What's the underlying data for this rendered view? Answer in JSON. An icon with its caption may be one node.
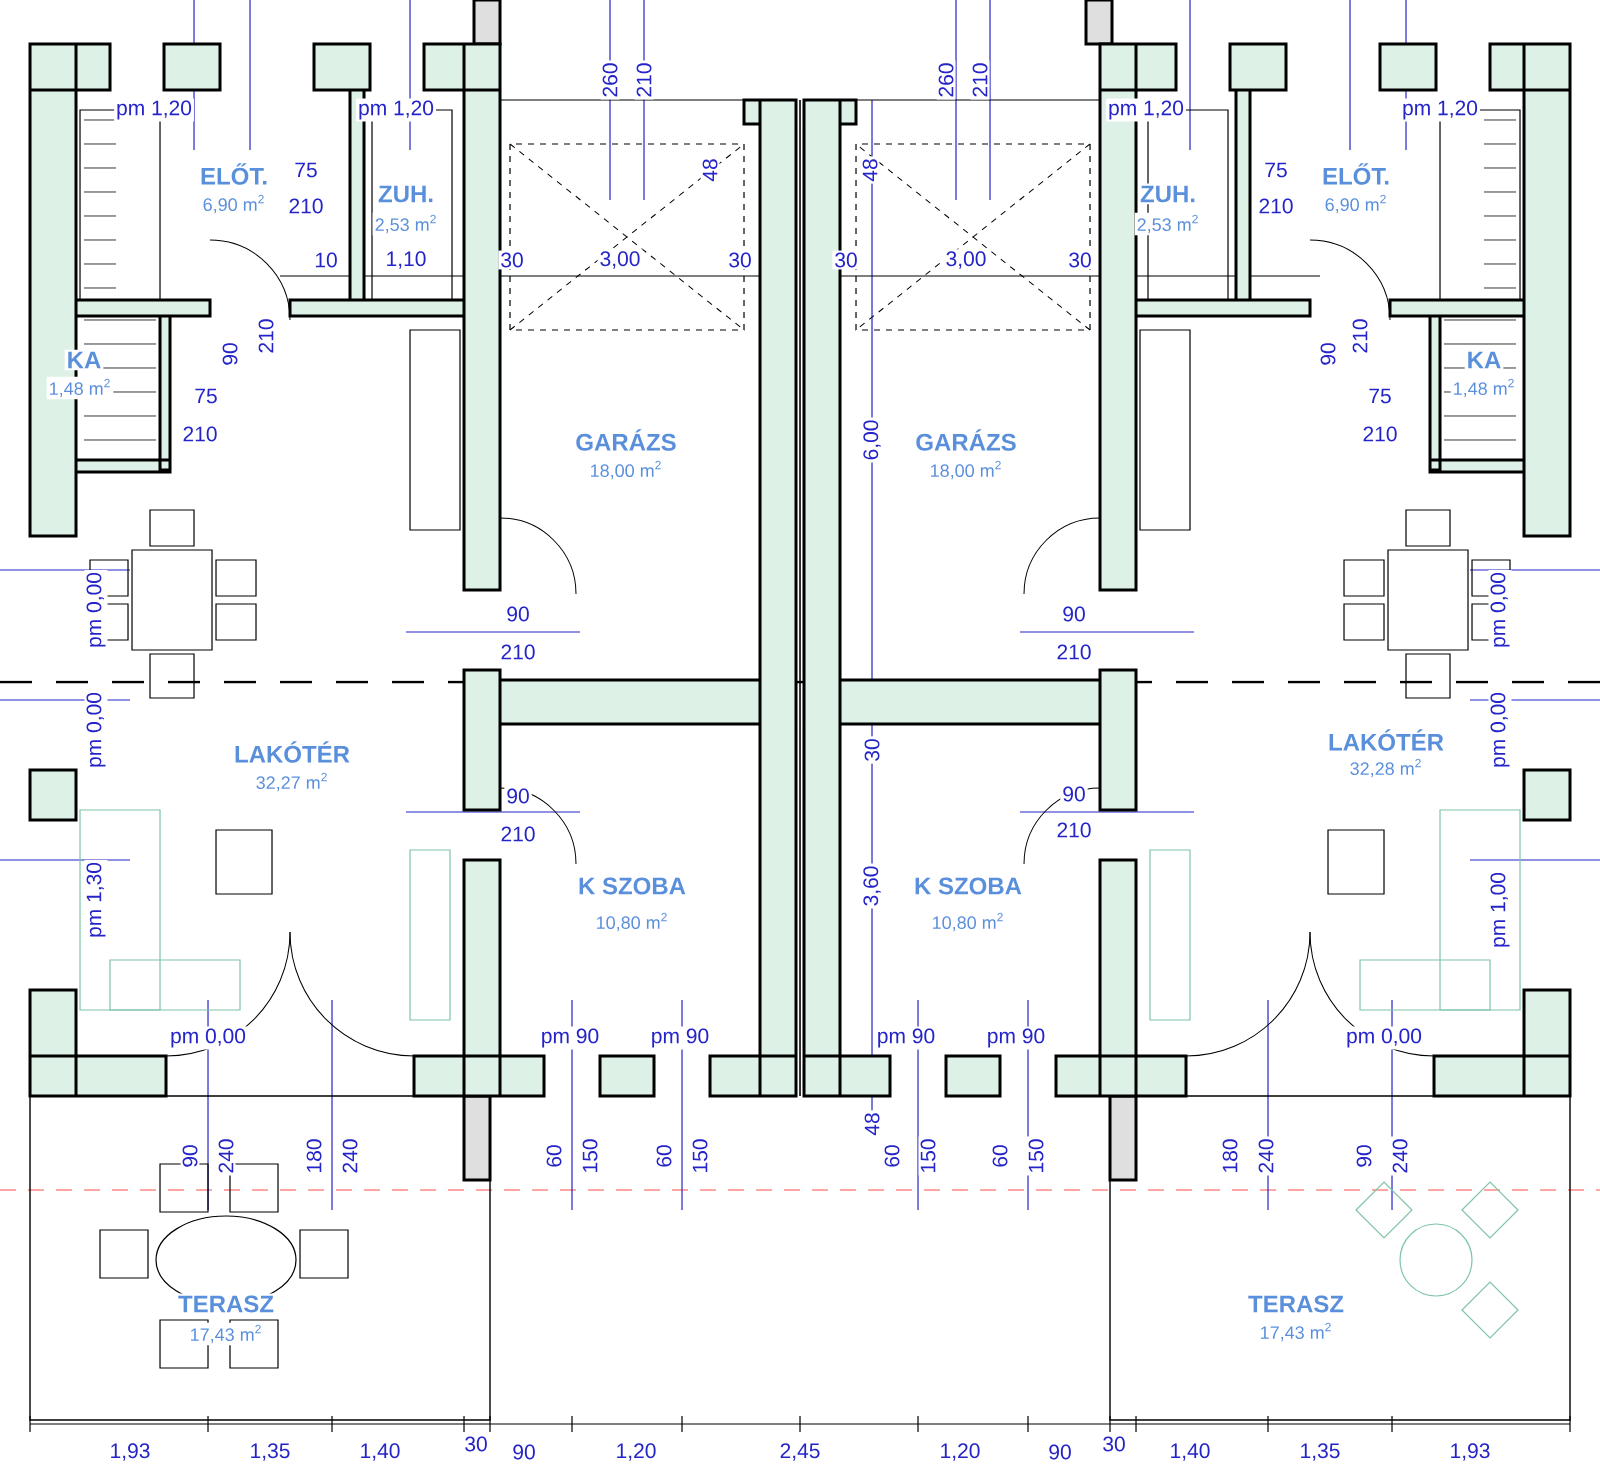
{
  "diagram": {
    "labels": [
      "pm 1,20",
      "260",
      "210",
      "pm 1,20",
      "260",
      "210",
      "pm 1,20",
      "pm 1,20",
      "ELŐT.",
      "6,90 m$^{2}$",
      "75",
      "210",
      "ZUH.",
      "2,53 m$^{2}$",
      "48",
      "48",
      "ZUH.",
      "2,53 m$^{2}$",
      "75",
      "210",
      "ELŐT.",
      "6,90 m$^{2}$",
      "10",
      "1,10",
      "30",
      "3,00",
      "30",
      "30",
      "3,00",
      "30",
      "90",
      "210",
      "KA",
      "1,48 m$^{2}$",
      "75",
      "210",
      "90",
      "210",
      "KA",
      "75",
      "1,48 m$^{2}$",
      "210",
      "GARÁZS",
      "18,00 m$^{2}$",
      "6,00",
      "GARÁZS",
      "18,00 m$^{2}$",
      "pm 0,00",
      "90",
      "210",
      "90",
      "210",
      "pm 0,00",
      "pm 0,00",
      "LAKÓTÉR",
      "32,27 m$^{2}$",
      "30",
      "LAKÓTÉR",
      "32,28 m$^{2}$",
      "pm 0,00",
      "90",
      "210",
      "90",
      "210",
      "pm 1,30",
      "K SZOBA",
      "10,80 m$^{2}$",
      "3,60",
      "K SZOBA",
      "10,80 m$^{2}$",
      "pm 1,00",
      "pm 0,00",
      "pm 90",
      "pm 90",
      "pm 90",
      "pm 90",
      "pm 0,00",
      "48",
      "90",
      "240",
      "180",
      "240",
      "60",
      "150",
      "60",
      "150",
      "60",
      "150",
      "60",
      "150",
      "180",
      "240",
      "90",
      "240",
      "TERASZ",
      "17,43 m$^{2}$",
      "TERASZ",
      "17,43 m$^{2}$",
      "30",
      "30",
      "1,93",
      "1,35",
      "1,40",
      "90",
      "1,20",
      "2,45",
      "1,20",
      "90",
      "1,40",
      "1,35",
      "1,93"
    ]
  }
}
